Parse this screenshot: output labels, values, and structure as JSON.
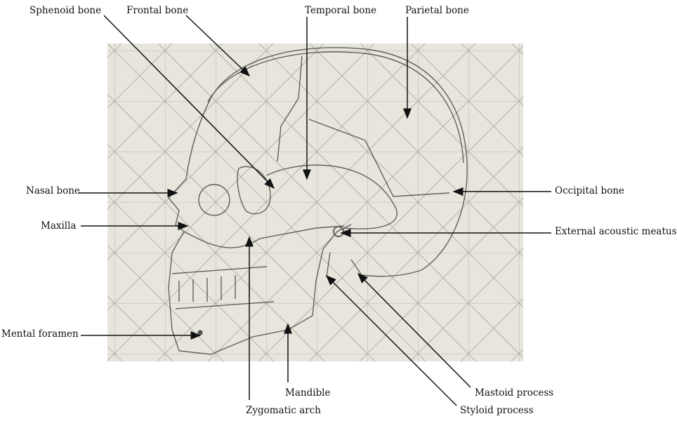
{
  "title": "Skull lateral view anatomy sketch",
  "labels": {
    "sphenoid": "Sphenoid bone",
    "frontal": "Frontal bone",
    "temporal": "Temporal bone",
    "parietal": "Parietal bone",
    "nasal": "Nasal bone",
    "maxilla": "Maxilla",
    "mental_foramen": "Mental foramen",
    "occipital": "Occipital bone",
    "acoustic": "External acoustic meatus",
    "mastoid": "Mastoid process",
    "styloid": "Styloid process",
    "mandible": "Mandible",
    "zygomatic": "Zygomatic arch"
  },
  "colors": {
    "paper": "#e8e5dc",
    "grid": "#a9a69e",
    "pencil": "#4a4a4a",
    "ink": "#111111"
  }
}
